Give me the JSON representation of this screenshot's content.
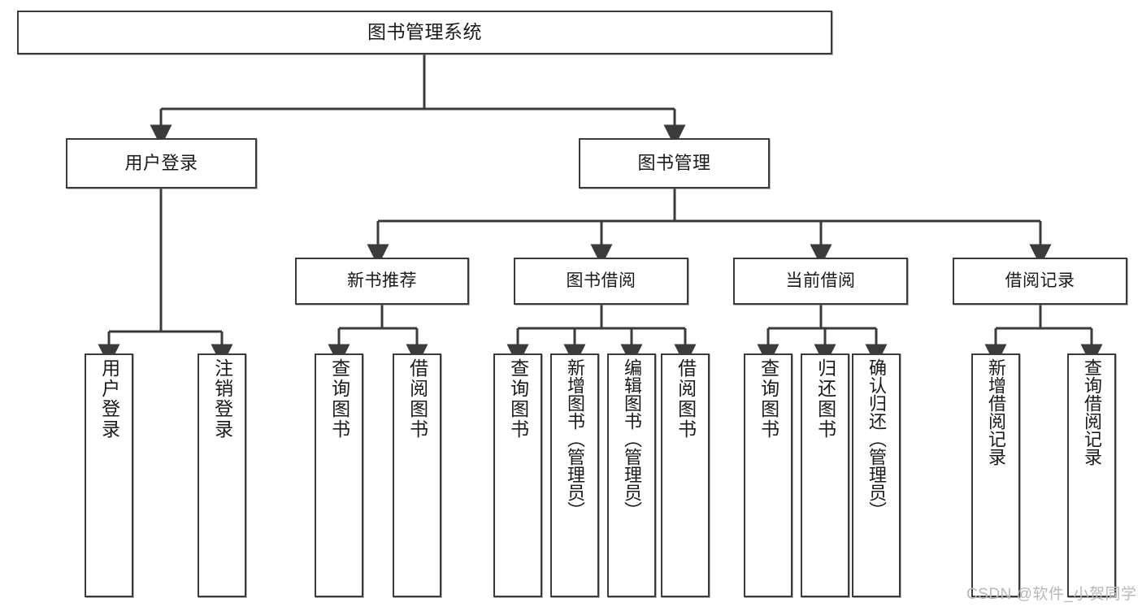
{
  "diagram": {
    "title": "图书管理系统",
    "type": "hierarchy-tree",
    "watermark": "CSDN @软件_小贺同学",
    "style": {
      "box_border": "#3b3b3b",
      "box_fill": "#ffffff",
      "edge_color": "#3b3b3b",
      "text_color": "#1a1a1a",
      "watermark_color": "#b9b9b9",
      "background": "#ffffff"
    },
    "nodes": {
      "root": {
        "label": "图书管理系统"
      },
      "level2": [
        {
          "id": "user-login",
          "label": "用户登录"
        },
        {
          "id": "book-management",
          "label": "图书管理"
        }
      ],
      "level3": [
        {
          "id": "new-book-recommend",
          "label": "新书推荐"
        },
        {
          "id": "book-borrow",
          "label": "图书借阅"
        },
        {
          "id": "current-borrow",
          "label": "当前借阅"
        },
        {
          "id": "borrow-record",
          "label": "借阅记录"
        }
      ],
      "leaves": {
        "user-login": [
          {
            "id": "leaf-user-login",
            "label": "用户登录"
          },
          {
            "id": "leaf-logout-login",
            "label": "注销登录"
          }
        ],
        "new-book-recommend": [
          {
            "id": "leaf-query-book-1",
            "label": "查询图书"
          },
          {
            "id": "leaf-borrow-book-1",
            "label": "借阅图书"
          }
        ],
        "book-borrow": [
          {
            "id": "leaf-query-book-2",
            "label": "查询图书"
          },
          {
            "id": "leaf-add-book",
            "label": "新增图书（管理员）"
          },
          {
            "id": "leaf-edit-book",
            "label": "编辑图书（管理员）"
          },
          {
            "id": "leaf-borrow-book-2",
            "label": "借阅图书"
          }
        ],
        "current-borrow": [
          {
            "id": "leaf-query-book-3",
            "label": "查询图书"
          },
          {
            "id": "leaf-return-book",
            "label": "归还图书"
          },
          {
            "id": "leaf-confirm-return",
            "label": "确认归还（管理员）"
          }
        ],
        "borrow-record": [
          {
            "id": "leaf-add-borrow-record",
            "label": "新增借阅记录"
          },
          {
            "id": "leaf-query-borrow-record",
            "label": "查询借阅记录"
          }
        ]
      }
    }
  }
}
